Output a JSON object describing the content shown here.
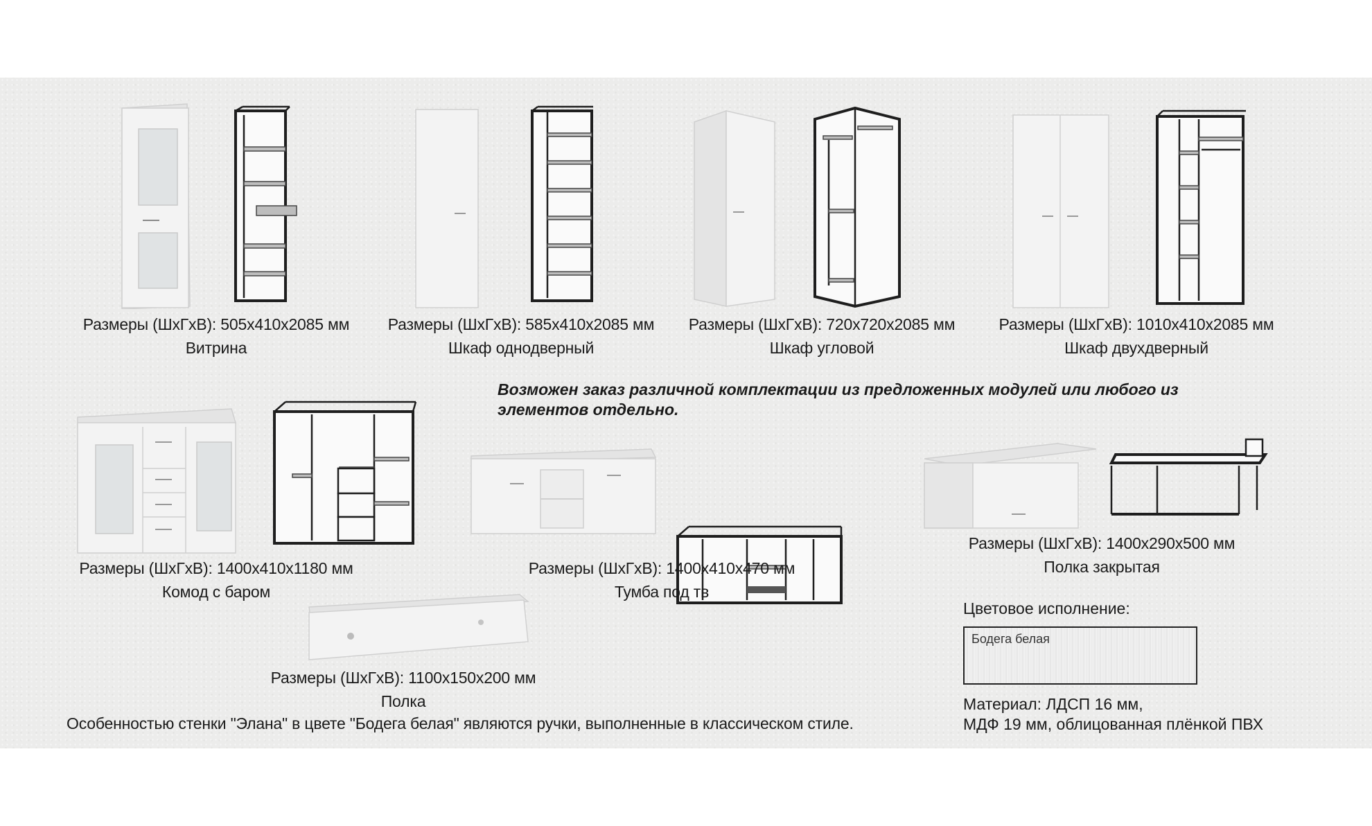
{
  "products": [
    {
      "size": "Размеры (ШхГхВ): 505x410x2085 мм",
      "name": "Витрина"
    },
    {
      "size": "Размеры (ШхГхВ): 585x410x2085 мм",
      "name": "Шкаф однодверный"
    },
    {
      "size": "Размеры (ШхГхВ): 720x720x2085 мм",
      "name": "Шкаф угловой"
    },
    {
      "size": "Размеры (ШхГхВ): 1010x410x2085 мм",
      "name": "Шкаф двухдверный"
    },
    {
      "size": "Размеры (ШхГхВ): 1400x410x1180 мм",
      "name": "Комод с баром"
    },
    {
      "size": "Размеры (ШхГхВ): 1400x410x470 мм",
      "name": "Тумба под тв"
    },
    {
      "size": "Размеры (ШхГхВ): 1400x290x500 мм",
      "name": "Полка закрытая"
    },
    {
      "size": "Размеры (ШхГхВ): 1100x150x200 мм",
      "name": "Полка"
    }
  ],
  "order_note": "Возможен заказ различной комплектации из предложенных модулей или любого из элементов отдельно.",
  "color": {
    "heading": "Цветовое исполнение:",
    "swatch_label": "Бодега белая"
  },
  "material": {
    "line1": "Материал: ЛДСП 16 мм,",
    "line2": "МДФ 19 мм, облицованная плёнкой ПВХ"
  },
  "footer": "Особенностью стенки \"Элана\" в цвете \"Бодега белая\"  являются ручки, выполненные в классическом стиле."
}
